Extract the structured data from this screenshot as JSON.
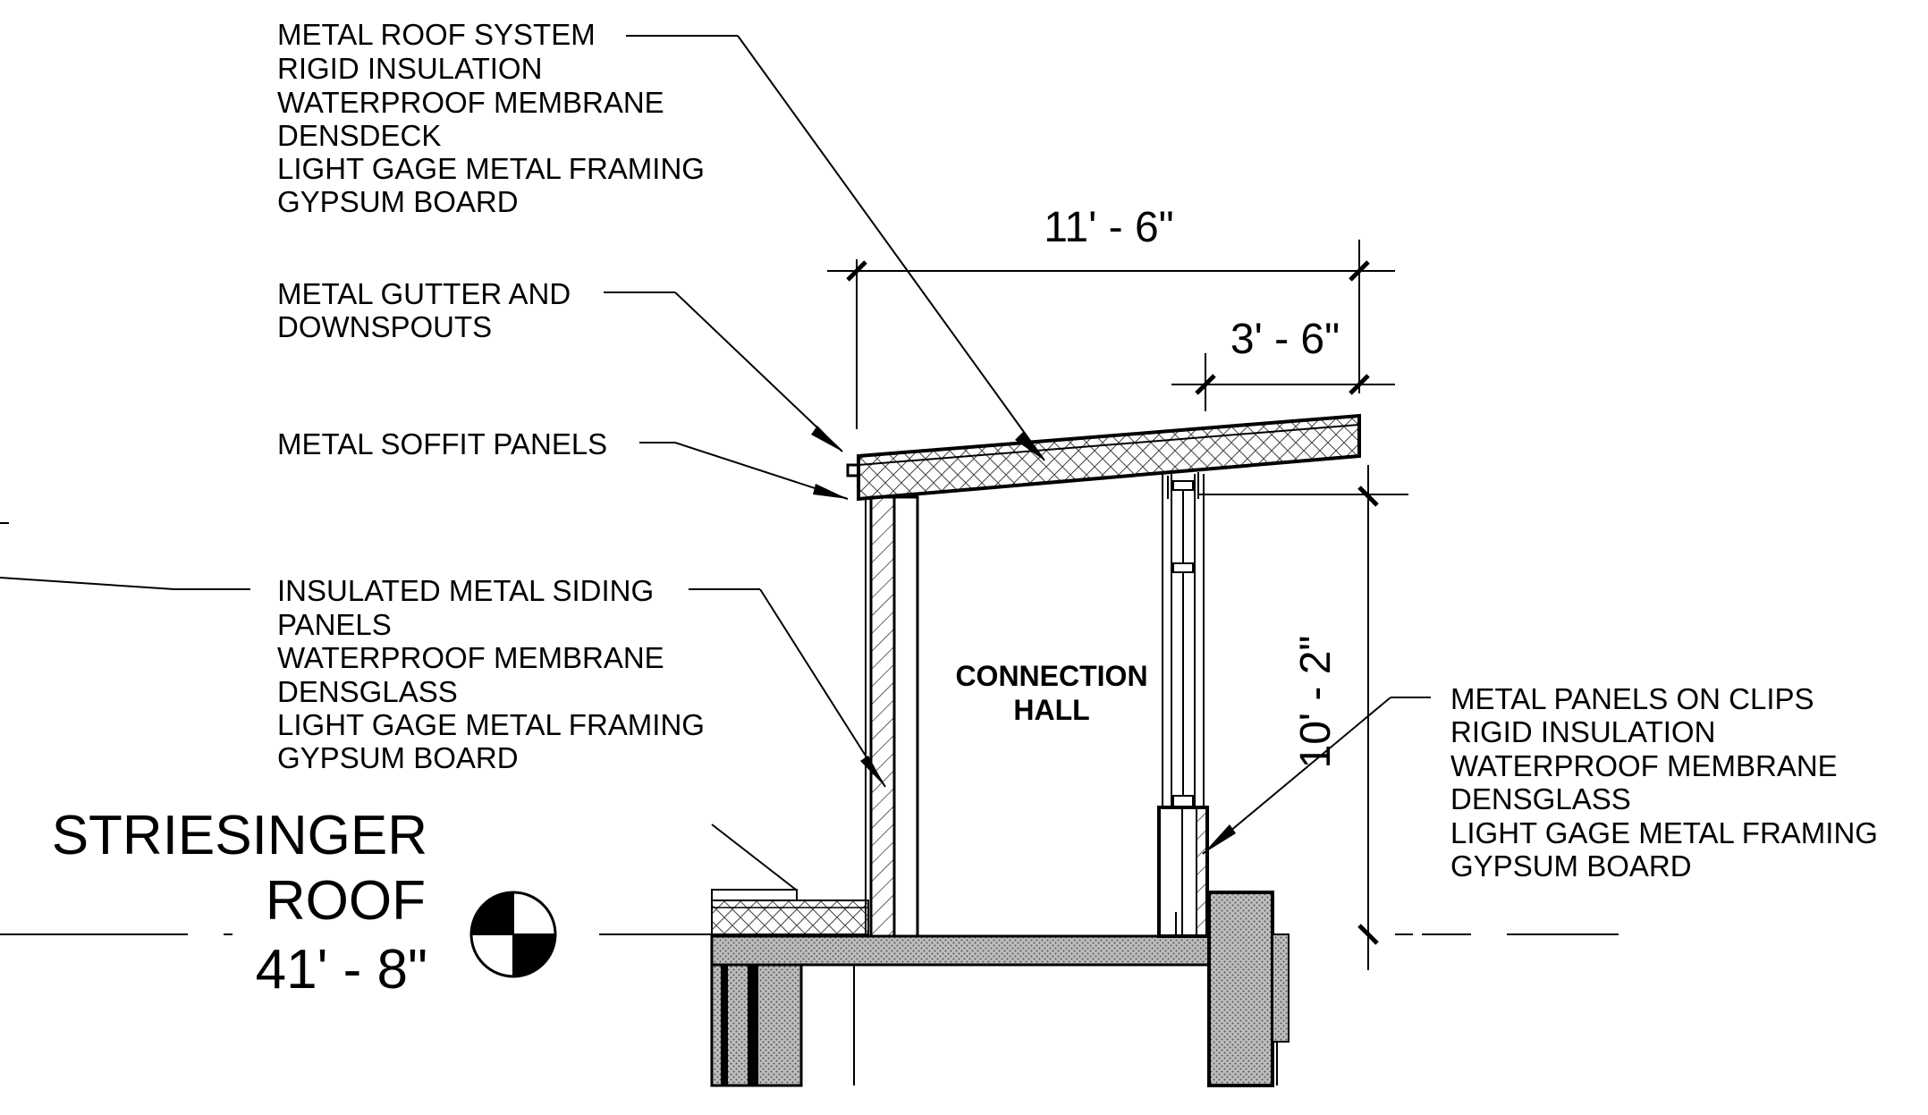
{
  "notes": {
    "roof": [
      "METAL ROOF SYSTEM",
      "RIGID INSULATION",
      "WATERPROOF MEMBRANE",
      "DENSDECK",
      "LIGHT GAGE METAL FRAMING",
      "GYPSUM BOARD"
    ],
    "gutter": [
      "METAL GUTTER AND",
      "DOWNSPOUTS"
    ],
    "soffit": [
      "METAL SOFFIT PANELS"
    ],
    "siding": [
      "INSULATED METAL SIDING",
      "PANELS",
      "WATERPROOF MEMBRANE",
      "DENSGLASS",
      "LIGHT GAGE METAL FRAMING",
      "GYPSUM BOARD"
    ],
    "panels": [
      "METAL PANELS ON CLIPS",
      "RIGID INSULATION",
      "WATERPROOF MEMBRANE",
      "DENSGLASS",
      "LIGHT GAGE METAL FRAMING",
      "GYPSUM BOARD"
    ]
  },
  "dimensions": {
    "overall_width": "11' - 6\"",
    "overhang": "3' - 6\"",
    "height": "10' - 2\""
  },
  "room": [
    "CONNECTION",
    "HALL"
  ],
  "level": {
    "name_line1": "STRIESINGER",
    "name_line2": "ROOF",
    "elevation": "41' - 8\""
  }
}
